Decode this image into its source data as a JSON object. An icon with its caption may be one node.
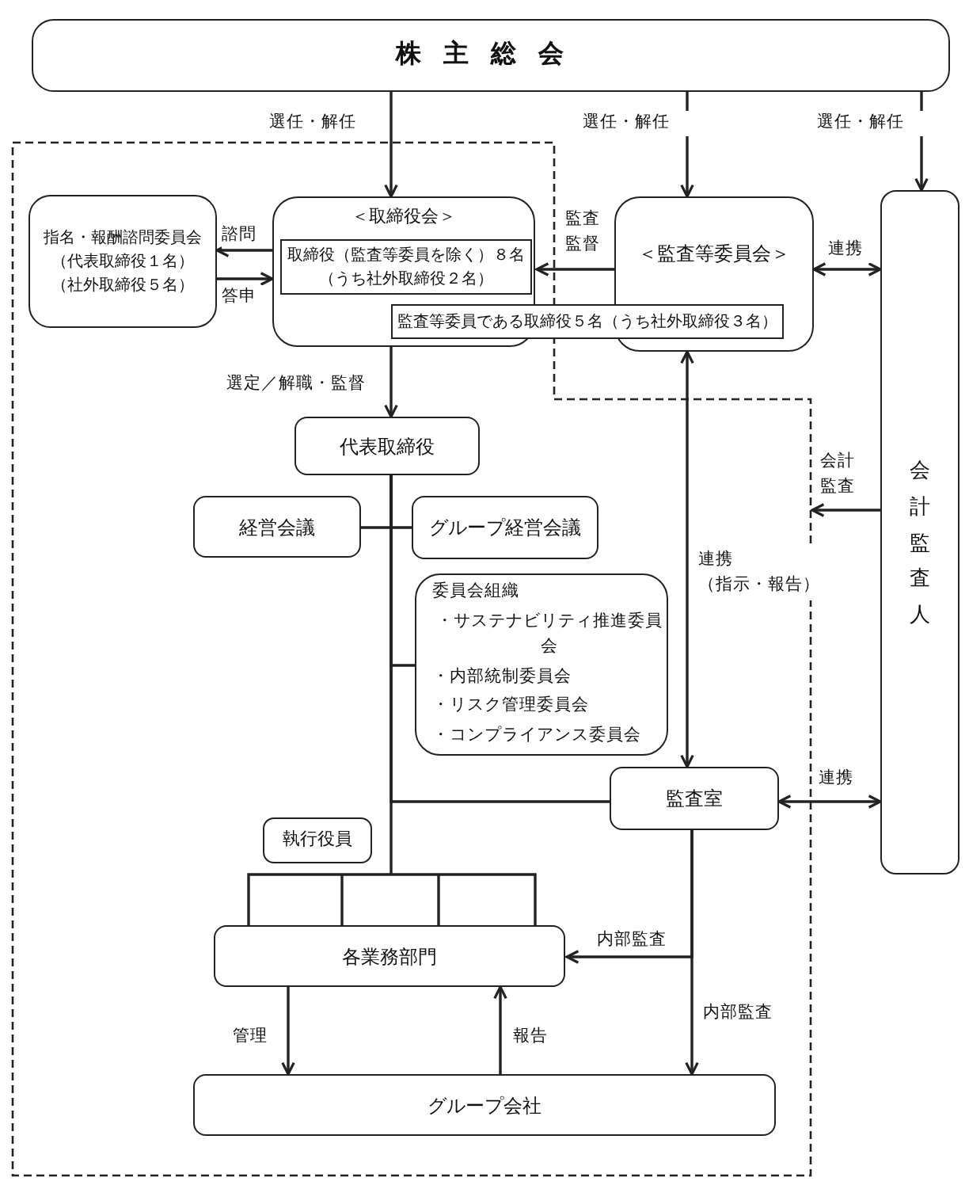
{
  "diagram": {
    "nodes": [
      {
        "text": [
          "株主総会"
        ]
      },
      {
        "text": [
          "指名・報酬諮問委員会",
          "（代表取締役１名）",
          "（社外取締役５名）"
        ]
      },
      {
        "text": [
          "＜取締役会＞"
        ]
      },
      {
        "text": [
          "取締役（監査等委員を除く）８名（うち社外取締役２名）"
        ],
        "in": 2
      },
      {
        "text": [
          "＜監査等委員会＞"
        ]
      },
      {
        "text": [
          "監査等委員である取締役５名（うち社外取締役３名）"
        ]
      },
      {
        "text": [
          "会計監査人"
        ]
      },
      {
        "text": [
          "代表取締役"
        ]
      },
      {
        "text": [
          "経営会議"
        ]
      },
      {
        "text": [
          "グループ経営会議"
        ]
      },
      {
        "text": [
          "委員会組織",
          "・サステナビリティ推進委員会",
          "・内部統制委員会",
          "・リスク管理委員会",
          "・コンプライアンス委員会"
        ]
      },
      {
        "text": [
          "監査室"
        ]
      },
      {
        "text": [
          "執行役員"
        ]
      },
      {
        "text": [
          "各業務部門"
        ]
      },
      {
        "text": [
          "グループ会社"
        ]
      }
    ],
    "edges": [
      {
        "from": 0,
        "to": 2,
        "arrow": "to",
        "label": "選任・解任"
      },
      {
        "from": 0,
        "to": 4,
        "arrow": "to",
        "label": "選任・解任"
      },
      {
        "from": 0,
        "to": 6,
        "arrow": "to",
        "label": "選任・解任"
      },
      {
        "from": 2,
        "to": 1,
        "arrow": "to",
        "label": "諮問"
      },
      {
        "from": 1,
        "to": 2,
        "arrow": "to",
        "label": "答申"
      },
      {
        "from": 4,
        "to": 2,
        "arrow": "to",
        "label": "監査監督"
      },
      {
        "from": 4,
        "to": 6,
        "arrow": "both",
        "label": "連携"
      },
      {
        "from": 2,
        "to": 7,
        "arrow": "to",
        "label": "選定／解職・監督"
      },
      {
        "from": 7,
        "to": 8,
        "arrow": "none"
      },
      {
        "from": 7,
        "to": 9,
        "arrow": "none"
      },
      {
        "from": 7,
        "to": 10,
        "arrow": "none"
      },
      {
        "from": 7,
        "to": 11,
        "arrow": "none"
      },
      {
        "from": 7,
        "to": 13,
        "arrow": "none"
      },
      {
        "from": 6,
        "to": null,
        "arrow": "to",
        "label": "会計監査"
      },
      {
        "from": 4,
        "to": 11,
        "arrow": "both",
        "label": "連携（指示・報告）"
      },
      {
        "from": 11,
        "to": 6,
        "arrow": "both",
        "label": "連携"
      },
      {
        "from": 11,
        "to": 13,
        "arrow": "to",
        "label": "内部監査"
      },
      {
        "from": 11,
        "to": 14,
        "arrow": "to",
        "label": "内部監査"
      },
      {
        "from": 13,
        "to": 14,
        "arrow": "to",
        "label": "管理"
      },
      {
        "from": 14,
        "to": 13,
        "arrow": "to",
        "label": "報告"
      }
    ]
  }
}
